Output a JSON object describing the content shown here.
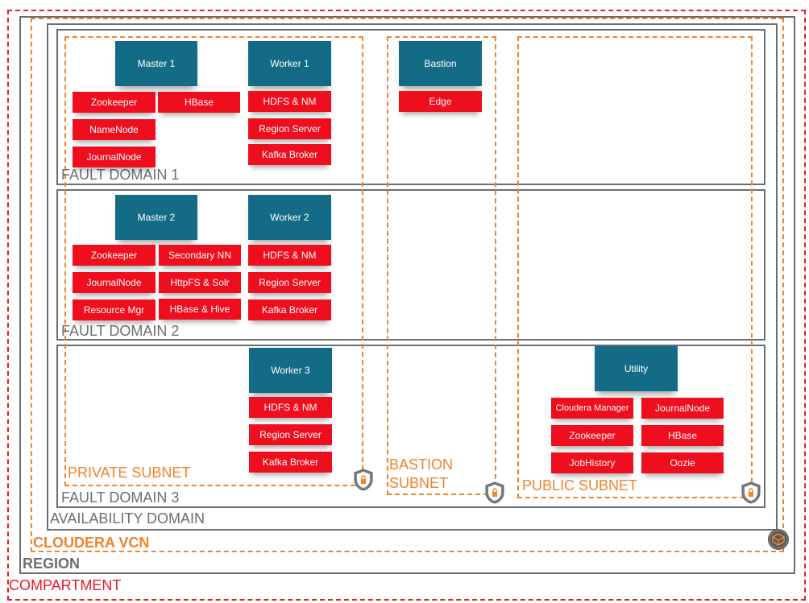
{
  "labels": {
    "compartment": "COMPARTMENT",
    "region": "REGION",
    "vcn": "CLOUDERA VCN",
    "availability_domain": "AVAILABILITY DOMAIN",
    "fault_domain_1": "FAULT DOMAIN 1",
    "fault_domain_2": "FAULT DOMAIN 2",
    "fault_domain_3": "FAULT DOMAIN 3",
    "private_subnet": "PRIVATE SUBNET",
    "bastion_subnet_line1": "BASTION",
    "bastion_subnet_line2": "SUBNET",
    "public_subnet": "PUBLIC SUBNET"
  },
  "nodes": {
    "master1": "Master 1",
    "worker1": "Worker 1",
    "bastion": "Bastion",
    "master2": "Master 2",
    "worker2": "Worker 2",
    "worker3": "Worker 3",
    "utility": "Utility"
  },
  "services": {
    "master1": [
      "Zookeeper",
      "HBase",
      "NameNode",
      "JournalNode"
    ],
    "worker1": [
      "HDFS & NM",
      "Region Server",
      "Kafka Broker"
    ],
    "bastion": [
      "Edge"
    ],
    "master2": [
      "Zookeeper",
      "Secondary NN",
      "JournalNode",
      "HttpFS & Solr",
      "Resource Mgr",
      "HBase & Hive"
    ],
    "worker2": [
      "HDFS & NM",
      "Region Server",
      "Kafka Broker"
    ],
    "worker3": [
      "HDFS & NM",
      "Region Server",
      "Kafka Broker"
    ],
    "utility": [
      "Cloudera Manager",
      "JournalNode",
      "Zookeeper",
      "HBase",
      "JobHistory",
      "Oozie"
    ]
  },
  "icons": {
    "security_list": "shield-lock-icon",
    "internet_gateway": "gateway-icon"
  },
  "colors": {
    "compartment": "#e8192c",
    "region": "#6d6e71",
    "vcn": "#f0842c",
    "node": "#146b85",
    "service": "#ee0e1d"
  }
}
